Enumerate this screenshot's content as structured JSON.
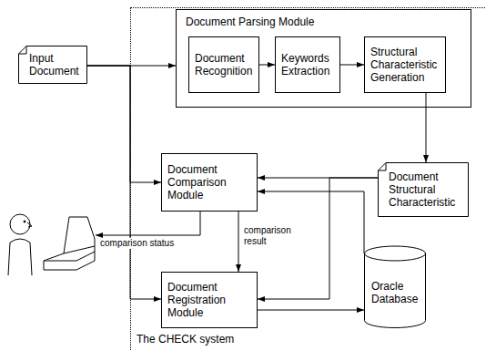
{
  "diagram": {
    "nodes": [
      {
        "text": [
          "Input Document"
        ]
      },
      {
        "text": [
          "The CHECK system"
        ]
      },
      {
        "text": [
          "Document Parsing Module"
        ],
        "in": 1
      },
      {
        "text": [
          "Document Recognition"
        ],
        "in": 2
      },
      {
        "text": [
          "Keywords Extraction"
        ],
        "in": 2
      },
      {
        "text": [
          "Structural Characteristic Generation"
        ],
        "in": 2
      },
      {
        "text": [
          "Document Comparison Module"
        ],
        "in": 1
      },
      {
        "text": [
          "Document Structural Characteristic"
        ],
        "in": 1
      },
      {
        "text": [
          "Document Registration Module"
        ],
        "in": 1
      },
      {
        "text": [
          "Oracle Database"
        ],
        "in": 1
      }
    ],
    "edges": [
      {
        "from": 0,
        "to": 2,
        "arrow": "to"
      },
      {
        "from": 0,
        "to": 6,
        "arrow": "to"
      },
      {
        "from": 0,
        "to": 8,
        "arrow": "to"
      },
      {
        "from": 3,
        "to": 4,
        "arrow": "to"
      },
      {
        "from": 4,
        "to": 5,
        "arrow": "to"
      },
      {
        "from": 5,
        "to": 7,
        "arrow": "to"
      },
      {
        "from": 7,
        "to": 6,
        "arrow": "to"
      },
      {
        "from": 7,
        "to": 8,
        "arrow": "to"
      },
      {
        "from": 9,
        "to": 6,
        "arrow": "to"
      },
      {
        "from": 8,
        "to": 9,
        "arrow": "to"
      },
      {
        "from": 6,
        "to": 8,
        "label": "comparison result",
        "arrow": "to"
      }
    ],
    "labels": [
      "comparison status"
    ]
  }
}
